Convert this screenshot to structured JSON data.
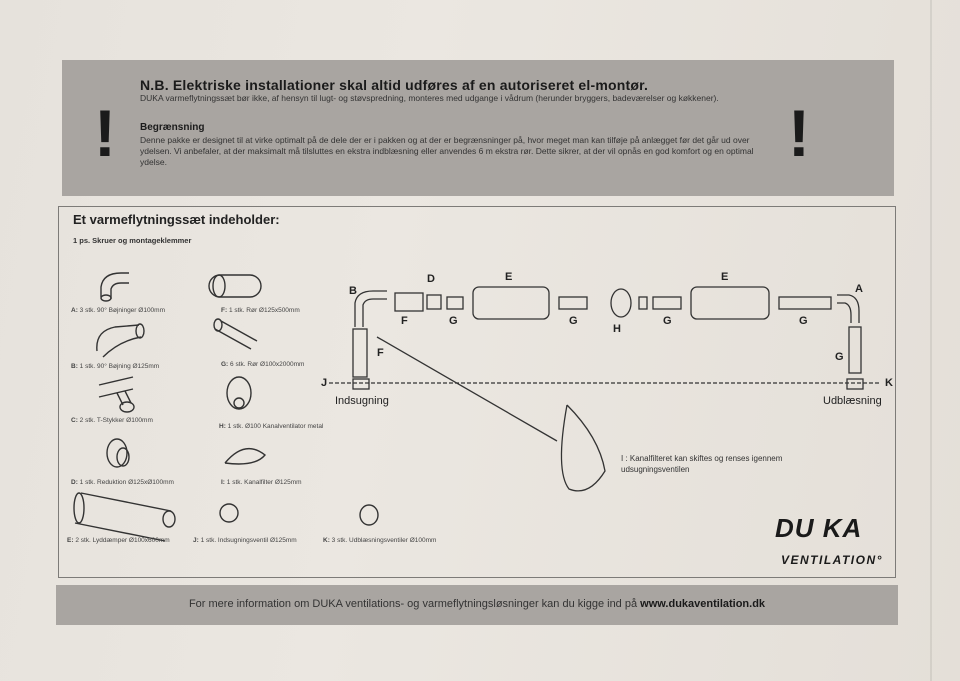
{
  "warning": {
    "title": "N.B. Elektriske installationer skal altid udføres af en autoriseret el-montør.",
    "line1": "DUKA varmeflytningssæt bør ikke, af hensyn til lugt- og støvspredning, monteres med udgange i vådrum (herunder bryggers, badeværelser og køkkener).",
    "subtitle": "Begrænsning",
    "line2": "Denne pakke er designet til at virke optimalt på de dele der er i pakken og at der er begrænsninger på, hvor meget man kan tilføje på anlægget før det går ud over ydelsen. Vi anbefaler, at der maksimalt må tilsluttes en ekstra indblæsning eller anvendes 6 m ekstra rør. Dette sikrer, at der vil opnås en god komfort og en optimal ydelse.",
    "bang_left": "!",
    "bang_right": "!"
  },
  "contents": {
    "title": "Et varmeflytningssæt indeholder:",
    "screws": "1 ps. Skruer og montageklemmer",
    "parts": [
      {
        "letter": "A:",
        "text": "3 stk. 90° Bøjninger Ø100mm"
      },
      {
        "letter": "B:",
        "text": "1 stk. 90° Bøjning Ø125mm"
      },
      {
        "letter": "C:",
        "text": "2 stk. T-Stykker Ø100mm"
      },
      {
        "letter": "D:",
        "text": "1 stk. Reduktion Ø125xØ100mm"
      },
      {
        "letter": "E:",
        "text": "2 stk. Lyddæmper Ø100x600mm"
      },
      {
        "letter": "F:",
        "text": "1 stk. Rør Ø125x500mm"
      },
      {
        "letter": "G:",
        "text": "6 stk. Rør Ø100x2000mm"
      },
      {
        "letter": "H:",
        "text": "1 stk. Ø100 Kanalventilator metal"
      },
      {
        "letter": "I:",
        "text": "1 stk. Kanalfilter Ø125mm"
      },
      {
        "letter": "J:",
        "text": "1 stk. Indsugningsventil Ø125mm"
      },
      {
        "letter": "K:",
        "text": "3 stk. Udblæsningsventiler Ø100mm"
      }
    ]
  },
  "diagram": {
    "labels": [
      "A",
      "B",
      "D",
      "E",
      "E",
      "F",
      "F",
      "G",
      "G",
      "G",
      "G",
      "G",
      "H",
      "J",
      "K"
    ],
    "intake": "Indsugning",
    "outlet": "Udblæsning",
    "filter_note": "I : Kanalfilteret kan skiftes og renses igennem udsugningsventilen"
  },
  "logo": {
    "brand": "DU KA",
    "subtitle": "VENTILATION°"
  },
  "footer": {
    "text": "For mere information om DUKA ventilations- og varmeflytningsløsninger kan du kigge ind på",
    "url": "www.dukaventilation.dk"
  },
  "colors": {
    "paper": "#e8e4de",
    "band": "#a9a5a1",
    "ink": "#222222"
  }
}
